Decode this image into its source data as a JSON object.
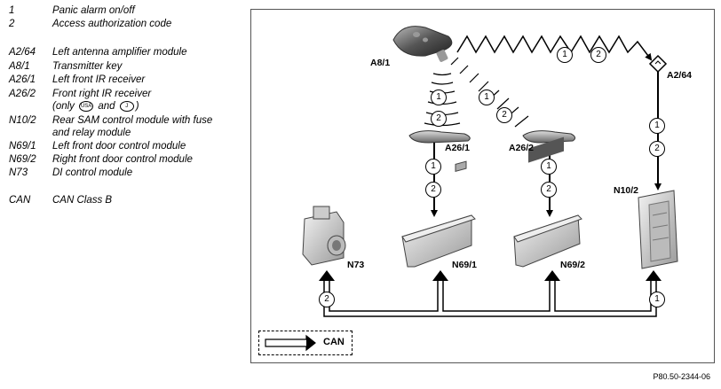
{
  "legend": [
    {
      "key": "1",
      "desc": "Panic alarm on/off"
    },
    {
      "key": "2",
      "desc": "Access authorization code"
    },
    {
      "key": "A2/64",
      "desc": "Left antenna amplifier module"
    },
    {
      "key": "A8/1",
      "desc": "Transmitter key"
    },
    {
      "key": "A26/1",
      "desc": "Left front IR receiver"
    },
    {
      "key": "A26/2",
      "desc": "Front right IR receiver"
    },
    {
      "key": "",
      "desc_pre": "(only",
      "icon1": "USA",
      "desc_mid": "and",
      "icon2": "J",
      "desc_post": ")"
    },
    {
      "key": "N10/2",
      "desc": "Rear SAM control module with fuse"
    },
    {
      "key": "",
      "desc": "and relay module"
    },
    {
      "key": "N69/1",
      "desc": "Left front door control module"
    },
    {
      "key": "N69/2",
      "desc": "Right front door control module"
    },
    {
      "key": "N73",
      "desc": "DI control module"
    },
    {
      "key": "CAN",
      "desc": "CAN Class B"
    }
  ],
  "diagram": {
    "labels": {
      "a81": "A8/1",
      "a264": "A2/64",
      "a261": "A26/1",
      "a262": "A26/2",
      "n102": "N10/2",
      "n73": "N73",
      "n691": "N69/1",
      "n692": "N69/2"
    },
    "signal_1": "1",
    "signal_2": "2",
    "can_legend": "CAN"
  },
  "reference": "P80.50-2344-06"
}
